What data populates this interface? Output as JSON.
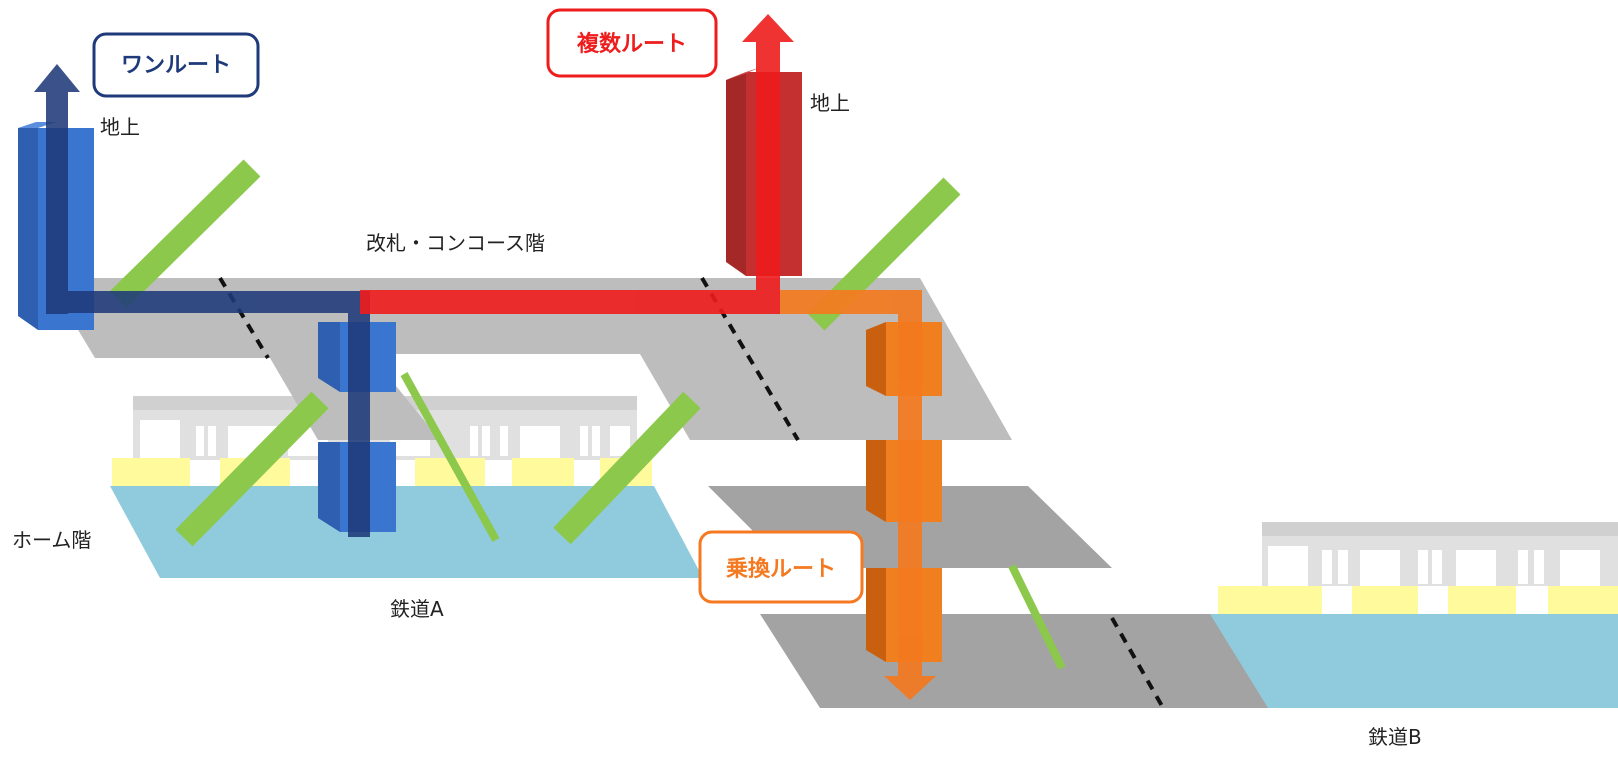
{
  "labels": {
    "one_route": "ワンルート",
    "multi_route": "複数ルート",
    "transfer_route": "乗換ルート",
    "ground_left": "地上",
    "ground_right": "地上",
    "concourse": "改札・コンコース階",
    "platform": "ホーム階",
    "railway_a": "鉄道A",
    "railway_b": "鉄道B"
  },
  "colors": {
    "one_route": "#1f3a7a",
    "elevator_blue": "#3a76d0",
    "multi_route": "#ee1c1c",
    "elevator_red": "#c43030",
    "transfer_route": "#f47920",
    "elevator_orange": "#f07f1f",
    "floor_gray": "#bdbdbd",
    "floor_dark": "#a3a3a3",
    "platform_blue": "#8fcbdc",
    "platform_yellow": "#fffa9c",
    "train_gray": "#d6d6d6",
    "green_stair": "#8cc84b"
  }
}
